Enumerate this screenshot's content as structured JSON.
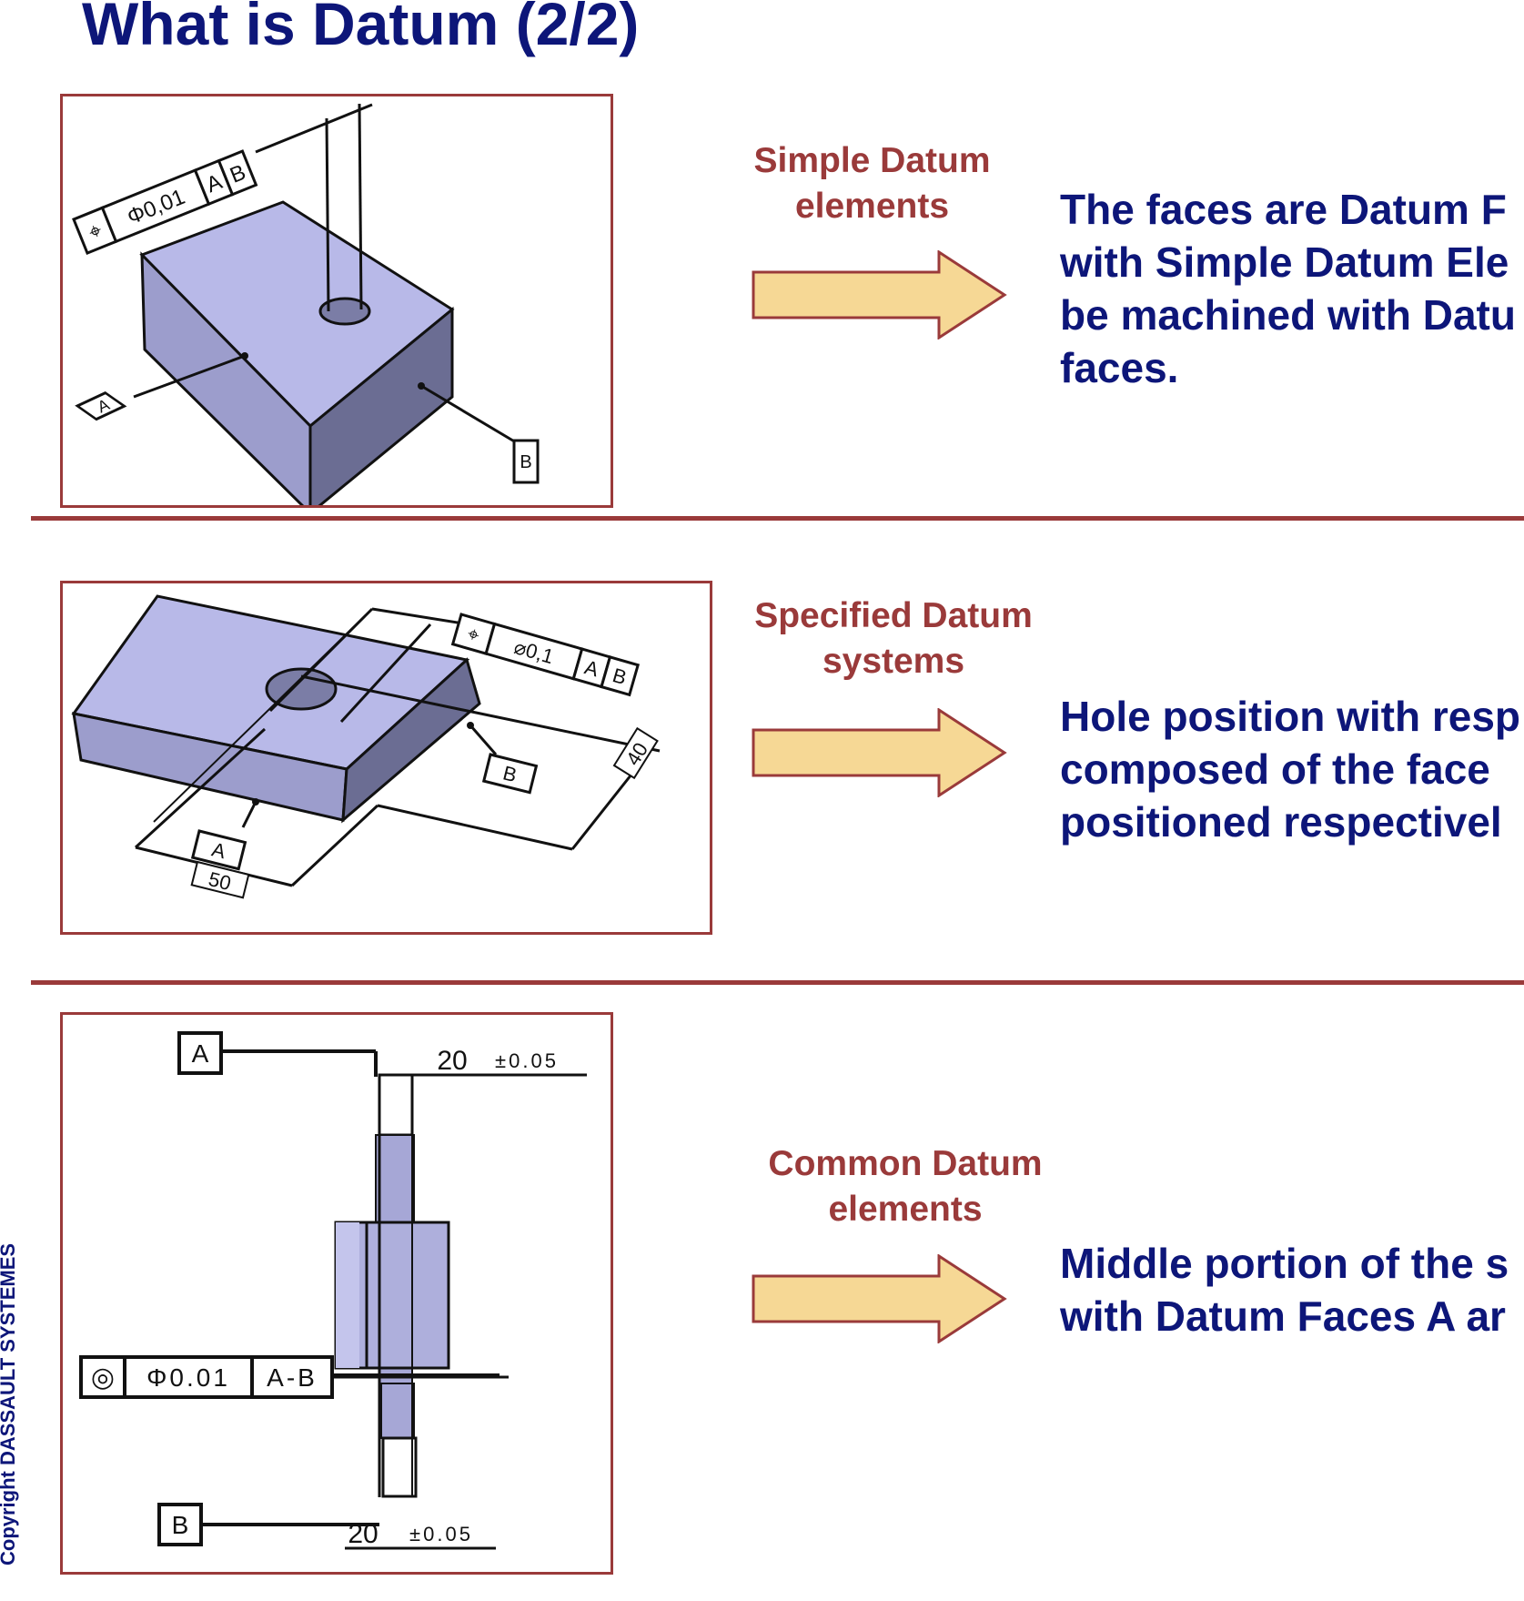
{
  "page": {
    "title": "What is Datum (2/2)",
    "copyright": "Copyright DASSAULT SYSTEMES"
  },
  "rows": [
    {
      "label_line1": "Simple Datum",
      "label_line2": "elements",
      "desc": [
        "The faces are Datum F",
        "with Simple Datum Ele",
        "be machined with Datu",
        "faces."
      ],
      "figure": {
        "tolerance_frame": [
          "⌖",
          "Φ0,01",
          "A",
          "B"
        ],
        "datum_labels": [
          "A",
          "B"
        ]
      }
    },
    {
      "label_line1": "Specified Datum",
      "label_line2": "systems",
      "desc": [
        "Hole position with resp",
        "composed of the face",
        "positioned respectivel"
      ],
      "figure": {
        "tolerance_frame": [
          "⌖",
          "⌀0,1",
          "A",
          "B"
        ],
        "datum_labels": [
          "A",
          "B"
        ],
        "dimensions": [
          "50",
          "40"
        ]
      }
    },
    {
      "label_line1": "Common Datum",
      "label_line2": "elements",
      "desc": [
        "Middle portion of the s",
        "with Datum Faces A ar"
      ],
      "figure": {
        "tolerance_frame": [
          "◎",
          "Φ0.01",
          "A-B"
        ],
        "datum_labels": [
          "A",
          "B"
        ],
        "dimensions": [
          "20",
          "±0.05",
          "20",
          "±0.05"
        ]
      }
    }
  ],
  "colors": {
    "title": "#0d1679",
    "accent": "#9a3a3a",
    "arrow_fill": "#f6d895",
    "part_face": "#b7b8e6",
    "part_side": "#6d6f95"
  }
}
